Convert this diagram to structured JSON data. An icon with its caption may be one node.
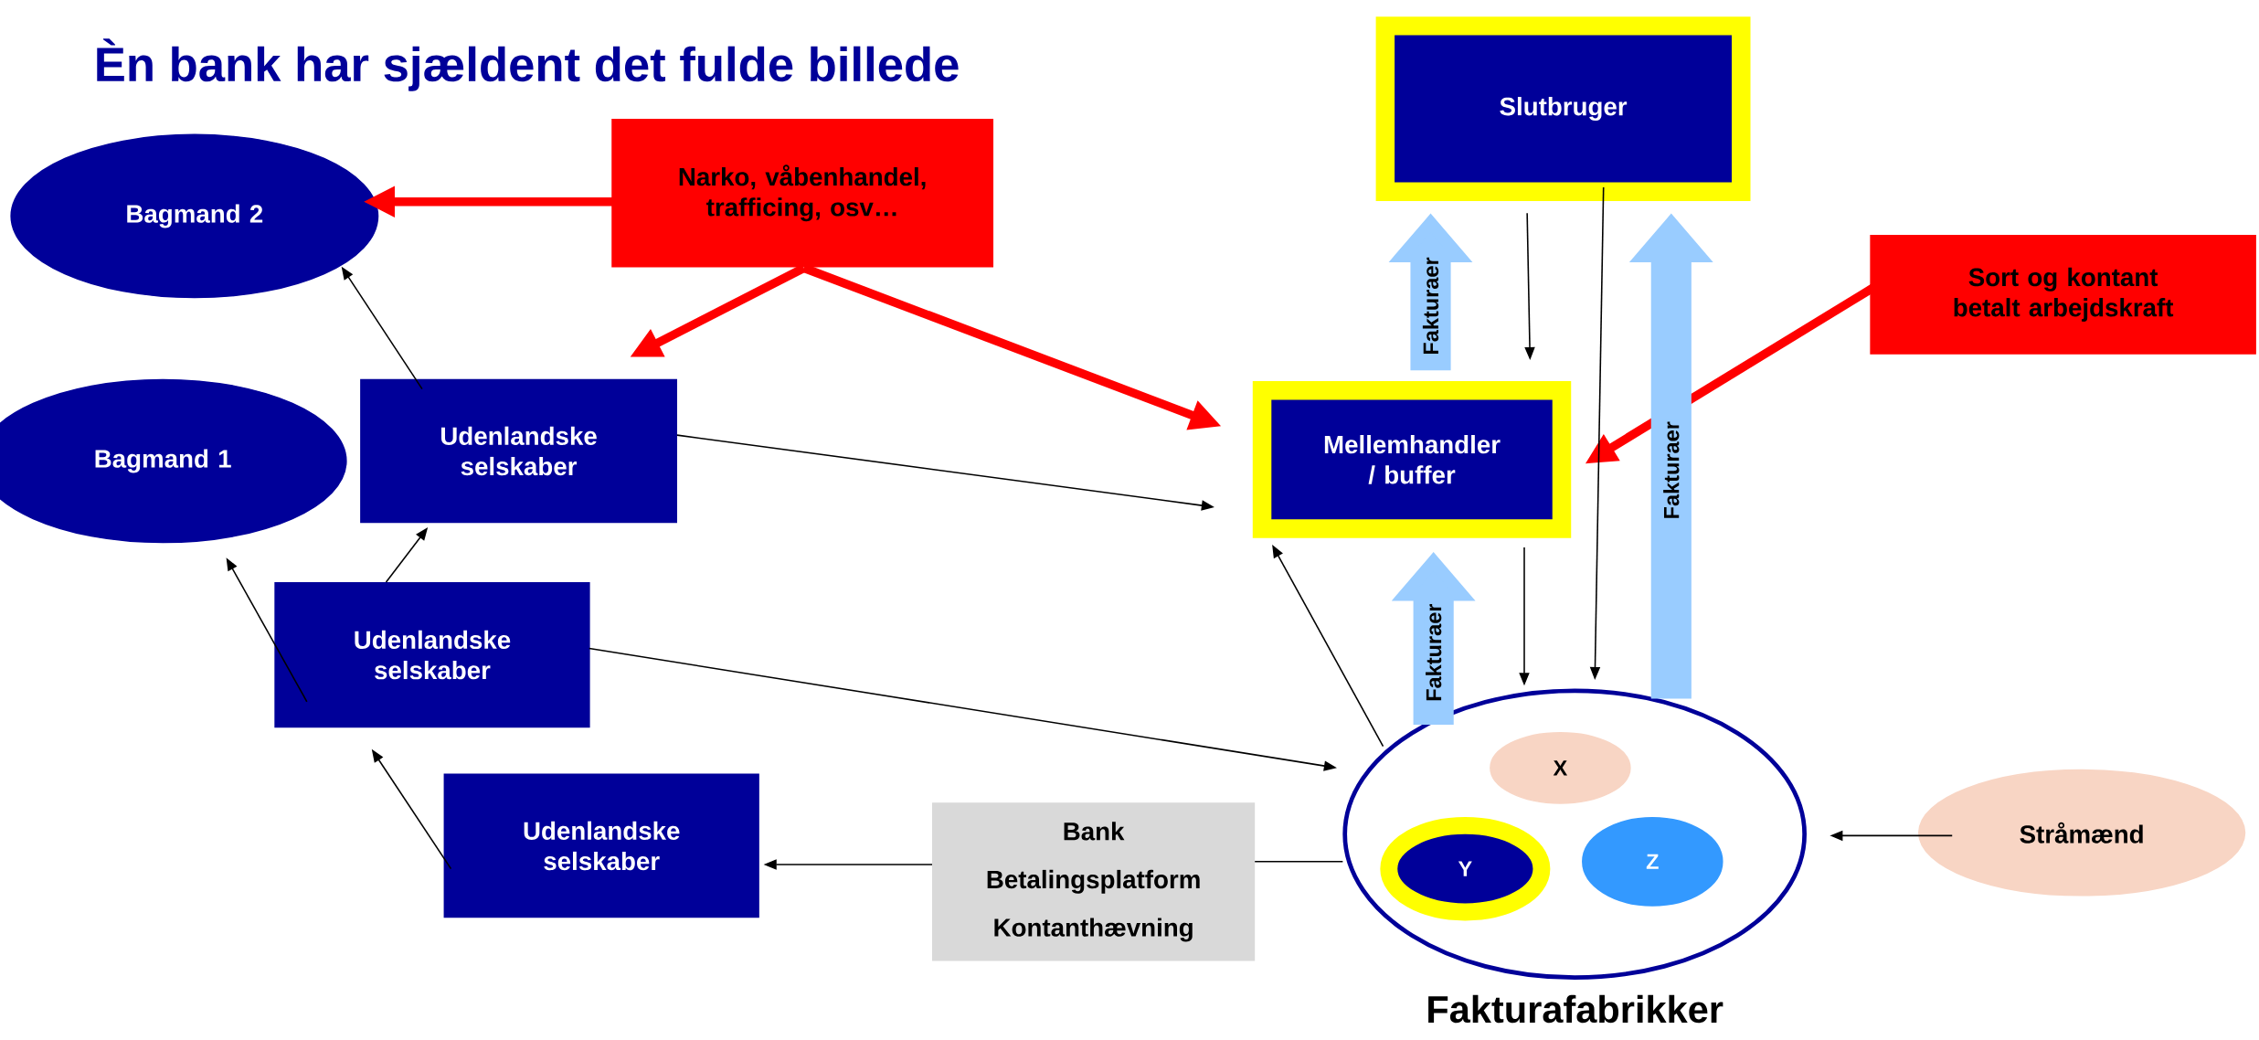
{
  "diagram": {
    "title": "Èn bank har sjældent det fulde billede",
    "nodes": [
      {
        "text": [
          "Bagmand 2"
        ]
      },
      {
        "text": [
          "Bagmand 1"
        ]
      },
      {
        "text": [
          "Narko, våbenhandel, trafficing, osv…"
        ]
      },
      {
        "text": [
          "Slutbruger"
        ]
      },
      {
        "text": [
          "Sort og kontant betalt arbejdskraft"
        ]
      },
      {
        "text": [
          "Udenlandske selskaber"
        ]
      },
      {
        "text": [
          "Mellemhandler / buffer"
        ]
      },
      {
        "text": [
          "Udenlandske selskaber"
        ]
      },
      {
        "text": [
          "Udenlandske selskaber"
        ]
      },
      {
        "text": [
          "Bank",
          "Betalingsplatform",
          "Kontanthævning"
        ]
      },
      {
        "text": [
          "Fakturafabrikker"
        ]
      },
      {
        "text": [
          "X"
        ],
        "in": 10
      },
      {
        "text": [
          "Y"
        ],
        "in": 10
      },
      {
        "text": [
          "Z"
        ],
        "in": 10
      },
      {
        "text": [
          "Stråmænd"
        ]
      }
    ],
    "edges": [
      {
        "from": 2,
        "to": 0,
        "arrow": "to",
        "style": "thick",
        "color": "#ff0000"
      },
      {
        "from": 2,
        "to": 5,
        "arrow": "to",
        "style": "thick",
        "color": "#ff0000"
      },
      {
        "from": 2,
        "to": 6,
        "arrow": "to",
        "style": "thick",
        "color": "#ff0000"
      },
      {
        "from": 4,
        "to": 6,
        "arrow": "to",
        "style": "thick",
        "color": "#ff0000"
      },
      {
        "from": 5,
        "to": 0,
        "arrow": "to"
      },
      {
        "from": 7,
        "to": 5,
        "arrow": "to"
      },
      {
        "from": 7,
        "to": 1,
        "arrow": "to"
      },
      {
        "from": 8,
        "to": 7,
        "arrow": "to"
      },
      {
        "from": 5,
        "to": 6,
        "arrow": "to"
      },
      {
        "from": 7,
        "to": 10,
        "arrow": "to"
      },
      {
        "from": 10,
        "to": 6,
        "arrow": "to"
      },
      {
        "from": 3,
        "to": 6,
        "arrow": "to"
      },
      {
        "from": 6,
        "to": 10,
        "arrow": "to"
      },
      {
        "from": 3,
        "to": 10,
        "arrow": "to"
      },
      {
        "from": 14,
        "to": 10,
        "arrow": "to"
      },
      {
        "from": 10,
        "to": 9,
        "arrow": "none"
      },
      {
        "from": 9,
        "to": 8,
        "arrow": "to"
      },
      {
        "from": 10,
        "to": 6,
        "arrow": "to",
        "label": "Fakturaer",
        "style": "thick",
        "color": "#99ccff"
      },
      {
        "from": 6,
        "to": 3,
        "arrow": "to",
        "label": "Fakturaer",
        "style": "thick",
        "color": "#99ccff"
      },
      {
        "from": 10,
        "to": 3,
        "arrow": "to",
        "label": "Fakturaer",
        "style": "thick",
        "color": "#99ccff"
      }
    ]
  }
}
